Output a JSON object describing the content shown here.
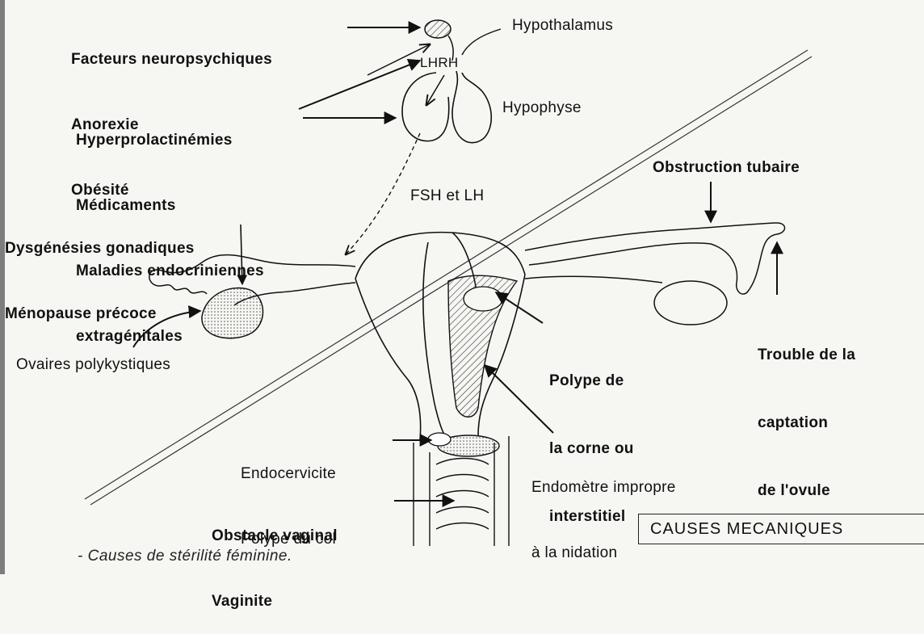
{
  "labels": {
    "facteurs": [
      "Facteurs neuropsychiques",
      "Anorexie",
      "Obésité"
    ],
    "hypothalamus": "Hypothalamus",
    "lhrh": "LHRH",
    "hyperprolactinemie": [
      "Hyperprolactinémies",
      "Médicaments",
      "Maladies endocriniennes",
      "extragénitales"
    ],
    "hypophyse": "Hypophyse",
    "fsh_lh": "FSH et LH",
    "obstruction": "Obstruction tubaire",
    "dysgenesie": [
      "Dysgénésies gonadiques",
      "Ménopause précoce"
    ],
    "trouble": [
      "Trouble de la",
      "captation",
      "de l'ovule"
    ],
    "polype_corne": [
      "Polype de",
      "la corne ou",
      "interstitiel"
    ],
    "ovaires": "Ovaires polykystiques",
    "endocervicite": [
      "Endocervicite",
      "Polype du col"
    ],
    "endometre": [
      "Endomètre impropre",
      "à la nidation"
    ],
    "obstacle": [
      "Obstacle vaginal",
      "Vaginite"
    ],
    "causes_box": "CAUSES MECANIQUES",
    "caption": "- Causes de stérilité féminine."
  }
}
